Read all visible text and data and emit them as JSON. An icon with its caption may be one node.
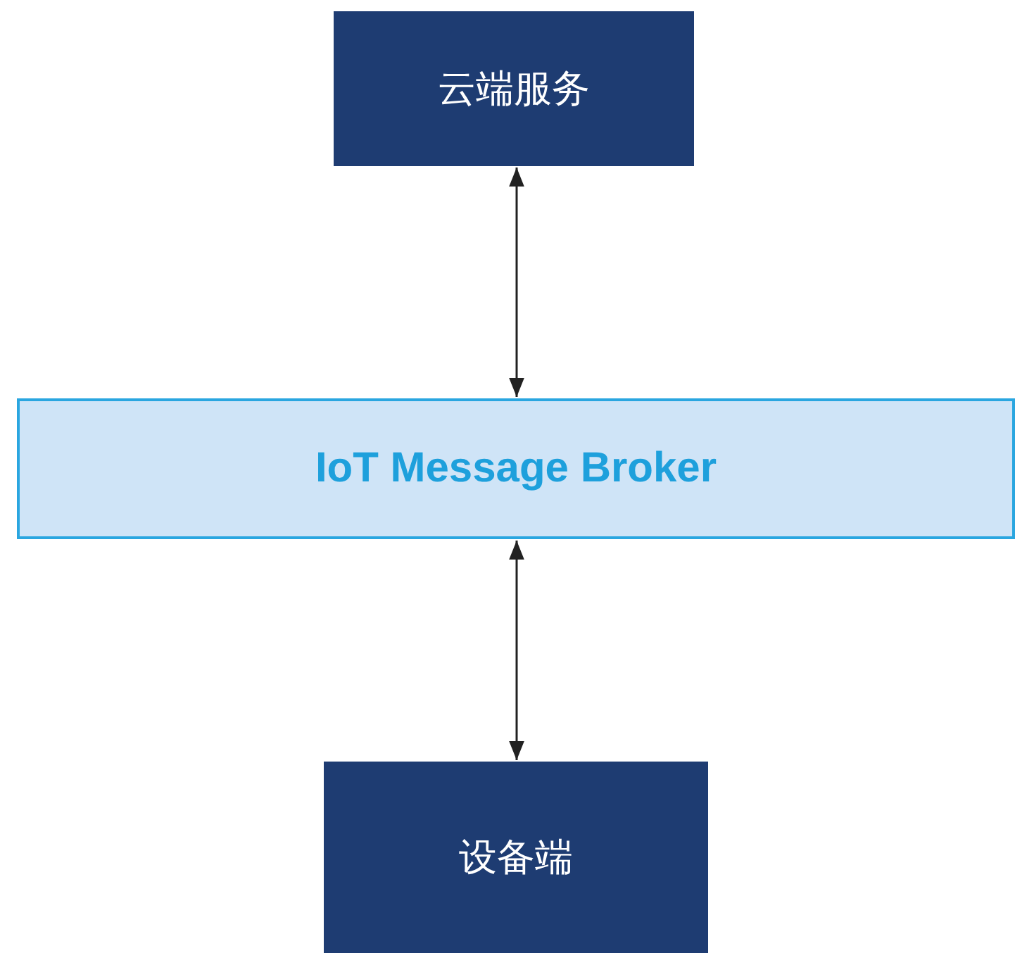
{
  "diagram": {
    "nodes": [
      {
        "text": [
          "云端服务"
        ]
      },
      {
        "text": [
          "IoT Message Broker"
        ]
      },
      {
        "text": [
          "设备端"
        ]
      }
    ],
    "edges": [
      {
        "from": 0,
        "to": 1,
        "arrow": "both"
      },
      {
        "from": 1,
        "to": 2,
        "arrow": "both"
      }
    ]
  }
}
